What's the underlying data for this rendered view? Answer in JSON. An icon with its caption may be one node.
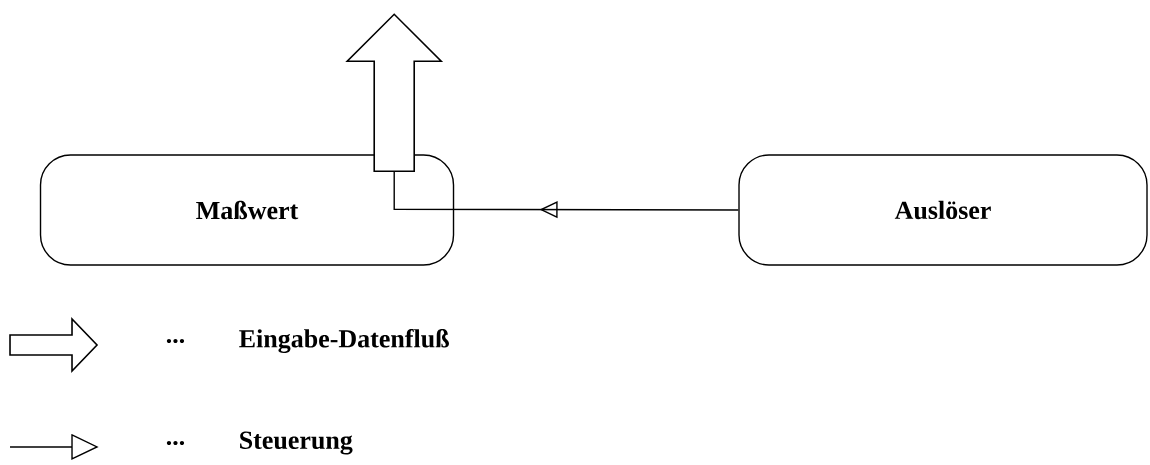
{
  "diagram": {
    "nodes": [
      {
        "text": [
          "Maßwert"
        ]
      },
      {
        "text": [
          "Auslöser"
        ]
      }
    ],
    "edges": [
      {
        "from": 0,
        "to": null,
        "arrow": "to",
        "style": "thick"
      },
      {
        "from": 1,
        "to": 0,
        "arrow": "to"
      }
    ],
    "labels": [
      "...",
      "..."
    ],
    "legend": [
      {
        "text": "Eingabe-Datenfluß"
      },
      {
        "text": "Steuerung"
      }
    ]
  }
}
